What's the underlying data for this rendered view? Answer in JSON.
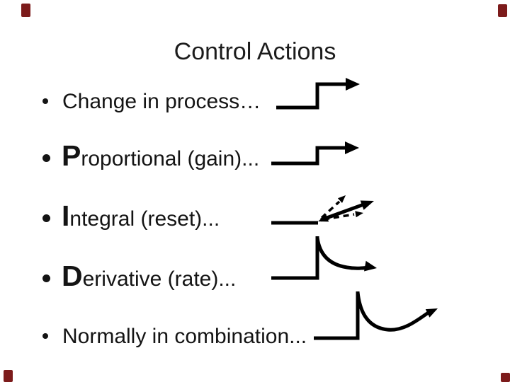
{
  "slide": {
    "title": "Control Actions",
    "bullet_glyph": "•",
    "bullets": [
      {
        "lead": "",
        "text": "Change in process…"
      },
      {
        "lead": "P",
        "text": "roportional (gain)..."
      },
      {
        "lead": "I",
        "text": "ntegral (reset)..."
      },
      {
        "lead": "D",
        "text": "erivative (rate)..."
      },
      {
        "lead": "",
        "text": "Normally in combination..."
      }
    ],
    "figures": [
      {
        "id": "step-response-diagram",
        "meaning": "step change with arrow"
      },
      {
        "id": "proportional-step-diagram",
        "meaning": "proportional step with arrow"
      },
      {
        "id": "integral-ramp-diagram",
        "meaning": "ramp fan: solid arrow with two dashed arrows"
      },
      {
        "id": "derivative-kick-diagram",
        "meaning": "spike with decaying curve arrow"
      },
      {
        "id": "combination-response-diagram",
        "meaning": "spike, dip and rising curve arrow"
      }
    ],
    "colors": {
      "background": "#ffffff",
      "ink": "#000000",
      "text": "#161616",
      "corner_accent": "#7c1b1b"
    }
  }
}
